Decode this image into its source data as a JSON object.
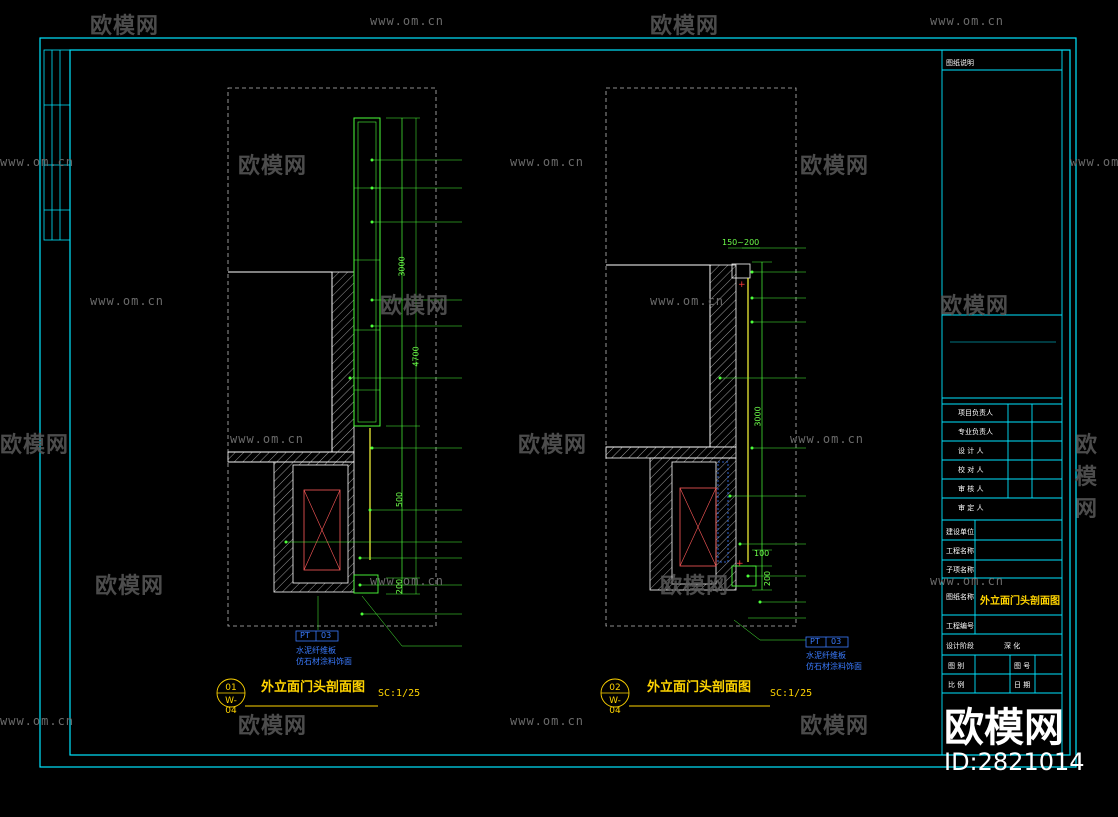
{
  "watermarks": {
    "logo_text": "欧模网",
    "url_text": "www.om.cn"
  },
  "brand": {
    "name": "欧模网",
    "id": "ID:2821014"
  },
  "title_block": {
    "header": "图纸说明",
    "roles": [
      "项目负责人",
      "专业负责人",
      "设 计 人",
      "校 对 人",
      "审 核 人",
      "审 定 人"
    ],
    "fields": [
      "建设单位",
      "工程名称",
      "子项名称",
      "图纸名称",
      "工程编号",
      "设计阶段",
      "图 别",
      "比 例"
    ],
    "drawing_name": "外立面门头剖面图",
    "stage_value": "深 化",
    "sheet_no_label": "图 号",
    "date_label": "日 期"
  },
  "sections": [
    {
      "number": "01",
      "ref": "W-04",
      "title": "外立面门头剖面图",
      "scale": "SC:1/25",
      "tag_code": "PT",
      "tag_no": "03",
      "material": [
        "水泥纤维板",
        "仿石材涂料饰面"
      ],
      "dims": [
        "3000",
        "4700",
        "500",
        "200"
      ]
    },
    {
      "number": "02",
      "ref": "W-04",
      "title": "外立面门头剖面图",
      "scale": "SC:1/25",
      "tag_code": "PT",
      "tag_no": "03",
      "material": [
        "水泥纤维板",
        "仿石材涂料饰面"
      ],
      "dims": [
        "150~200",
        "3000",
        "100",
        "200"
      ]
    }
  ],
  "colors": {
    "frame": "#00e5ff",
    "section_line": "#ffffff",
    "dimension": "#4dff3a",
    "glass": "#ffff3a",
    "annotation": "#2f6bff",
    "accent": "#ff3a3a"
  }
}
